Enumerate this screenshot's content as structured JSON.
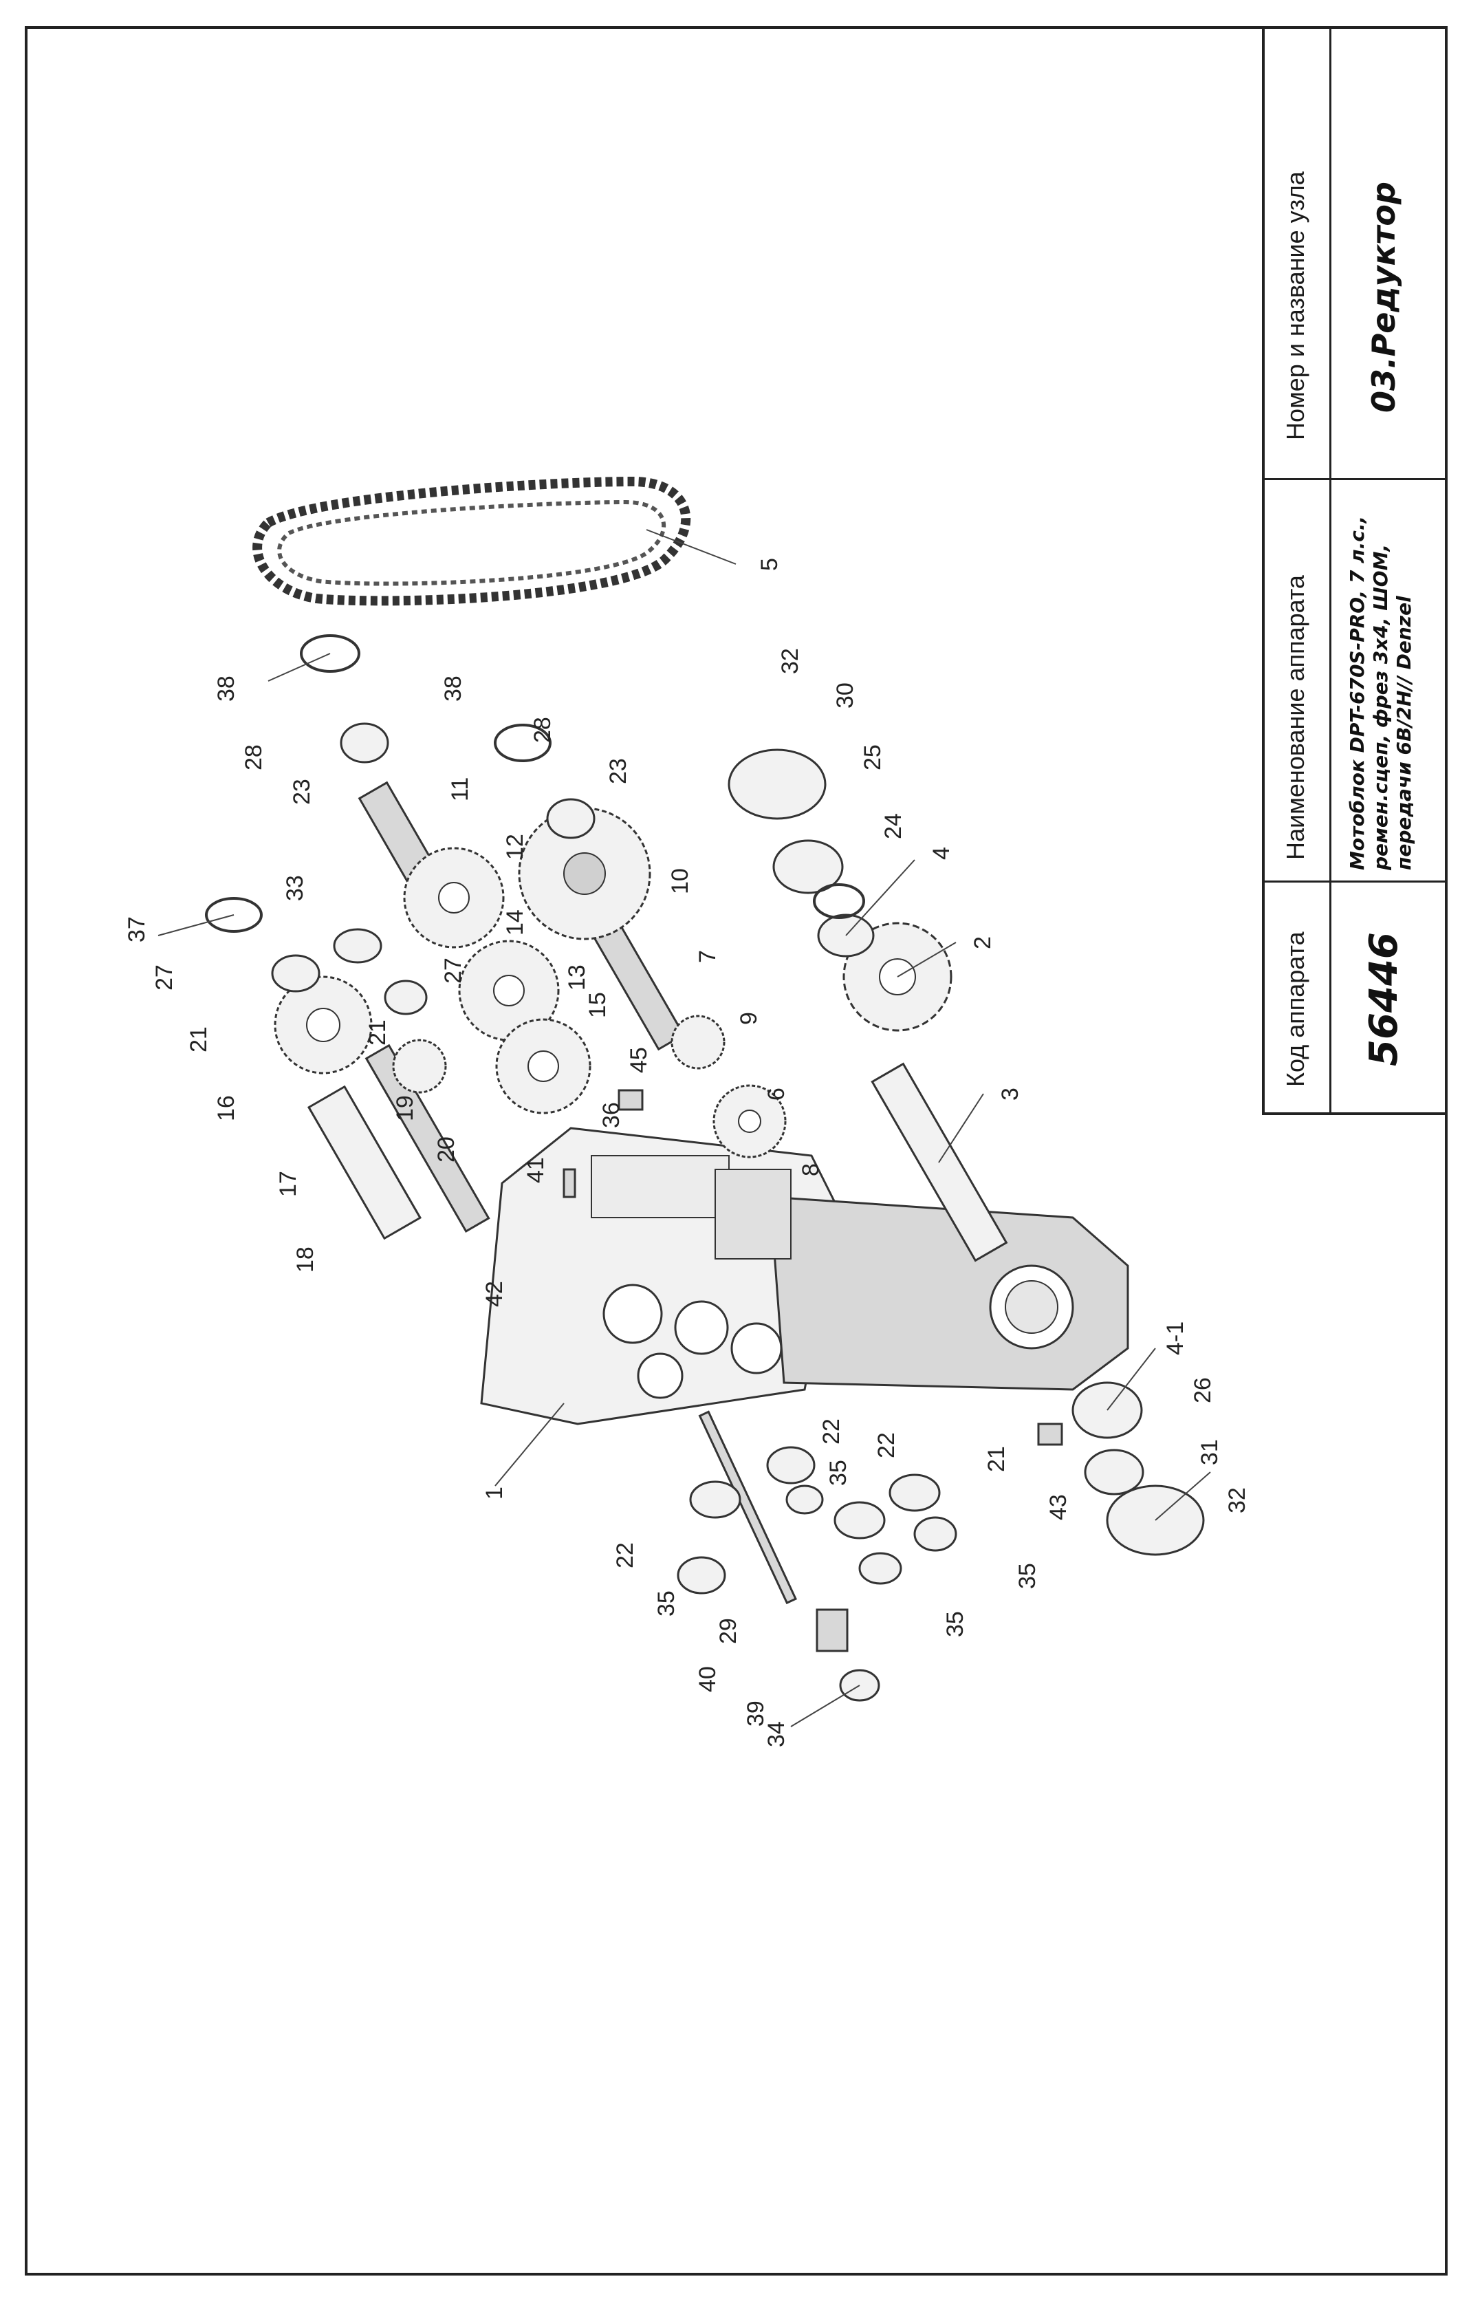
{
  "title_block": {
    "code_label": "Код аппарата",
    "code_value": "56446",
    "name_label": "Наименование аппарата",
    "name_value_lines": [
      "Мотоблок DPT-670S-PRO, 7 л.с.,",
      "ремен.сцеп, фрез 3x4, ШОМ,",
      "передачи 6В/2Н// Denzel"
    ],
    "node_label": "Номер и название узла",
    "node_value": "03.Редуктор"
  },
  "callouts": [
    "1",
    "2",
    "3",
    "4",
    "4-1",
    "5",
    "6",
    "7",
    "8",
    "9",
    "10",
    "11",
    "12",
    "13",
    "14",
    "15",
    "16",
    "17",
    "18",
    "19",
    "20",
    "21",
    "21",
    "21",
    "22",
    "22",
    "22",
    "23",
    "23",
    "24",
    "25",
    "26",
    "27",
    "27",
    "28",
    "28",
    "29",
    "30",
    "31",
    "32",
    "32",
    "33",
    "34",
    "35",
    "35",
    "35",
    "35",
    "36",
    "37",
    "38",
    "38",
    "39",
    "40",
    "41",
    "42",
    "43",
    "45"
  ]
}
